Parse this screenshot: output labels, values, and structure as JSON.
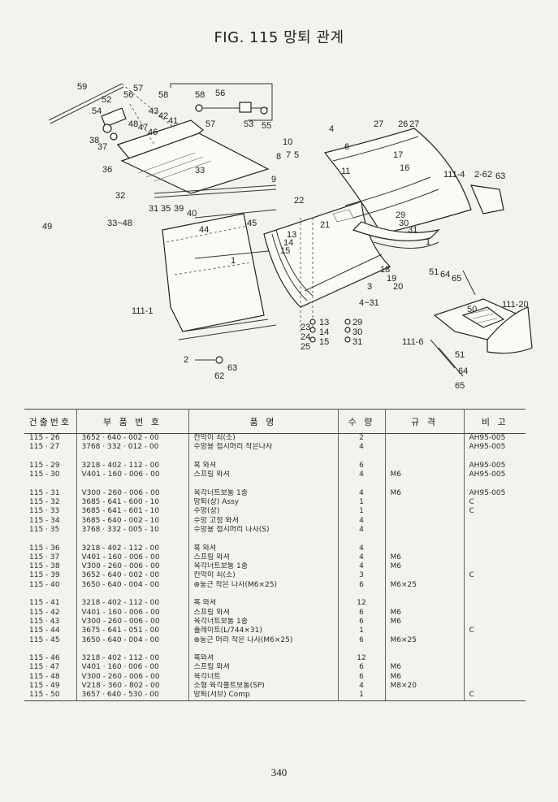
{
  "title": "FIG. 115 망퇴 관계",
  "diagram_labels": [
    "59",
    "52",
    "56",
    "57",
    "58",
    "54",
    "43",
    "42",
    "41",
    "48",
    "47",
    "46",
    "38",
    "37",
    "36",
    "32",
    "33~48",
    "49",
    "31",
    "35",
    "39",
    "40",
    "44",
    "45",
    "33",
    "58",
    "56",
    "57",
    "53",
    "55",
    "10",
    "8",
    "7",
    "5",
    "9",
    "4",
    "6",
    "11",
    "27",
    "26",
    "27",
    "17",
    "16",
    "111-4",
    "2-62",
    "63",
    "22",
    "21",
    "13",
    "14",
    "15",
    "1",
    "29",
    "30",
    "31",
    "1",
    "18",
    "19",
    "20",
    "3",
    "4~31",
    "51",
    "64",
    "65",
    "50",
    "111-20",
    "111-1",
    "23",
    "24",
    "25",
    "13",
    "14",
    "15",
    "29",
    "30",
    "31",
    "111-6",
    "51",
    "64",
    "65",
    "2",
    "62",
    "63"
  ],
  "table": {
    "headers": [
      "건출번호",
      "부 품 번 호",
      "품 명",
      "수 량",
      "규 격",
      "비 고"
    ],
    "rows": [
      {
        "no": "115 - 26",
        "part": "3652 · 640 - 002 - 00",
        "name": "칸막이 쇠(소)",
        "qty": "2",
        "spec": "",
        "note": "AH95-005"
      },
      {
        "no": "115 · 27",
        "part": "3768 · 332 · 012 - 00",
        "name": "수망용 접시머리 작은나사",
        "qty": "4",
        "spec": "",
        "note": "AH95-005"
      },
      {
        "gap": true
      },
      {
        "no": "115 - 29",
        "part": "3218 - 402 - 112 - 00",
        "name": "혹 와셔",
        "qty": "6",
        "spec": "",
        "note": "AH95-005"
      },
      {
        "no": "115 - 30",
        "part": "V401 - 160 - 006 - 00",
        "name": "스프링 와셔",
        "qty": "4",
        "spec": "M6",
        "note": "AH95-005"
      },
      {
        "gap": true
      },
      {
        "no": "115 - 31",
        "part": "V300 - 260 - 006 - 00",
        "name": "육각너트보통 1종",
        "qty": "4",
        "spec": "M6",
        "note": "AH95-005"
      },
      {
        "no": "115 - 32",
        "part": "3685 - 641 - 600 - 10",
        "name": "망퇴(상) Assy",
        "qty": "1",
        "spec": "",
        "note": "C"
      },
      {
        "no": "115 · 33",
        "part": "3685 - 641 - 601 - 10",
        "name": "수망(상)",
        "qty": "1",
        "spec": "",
        "note": "C"
      },
      {
        "no": "115 - 34",
        "part": "3685 - 640 - 002 - 10",
        "name": "수망 고정 와셔",
        "qty": "4",
        "spec": "",
        "note": ""
      },
      {
        "no": "115 · 35",
        "part": "3768 · 332 - 005 - 10",
        "name": "수망용 접시머리 나사(S)",
        "qty": "4",
        "spec": "",
        "note": ""
      },
      {
        "gap": true
      },
      {
        "no": "115 - 36",
        "part": "3218 - 402 - 112 - 00",
        "name": "혹 와셔",
        "qty": "4",
        "spec": "",
        "note": ""
      },
      {
        "no": "115 · 37",
        "part": "V401 - 160 - 006 - 00",
        "name": "스프링 와셔",
        "qty": "4",
        "spec": "M6",
        "note": ""
      },
      {
        "no": "115 - 38",
        "part": "V300 - 260 - 006 - 00",
        "name": "육각너트보통 1종",
        "qty": "4",
        "spec": "M6",
        "note": ""
      },
      {
        "no": "115 - 39",
        "part": "3652 - 640 - 002 - 00",
        "name": "칸막이 쇠(소)",
        "qty": "3",
        "spec": "",
        "note": "C"
      },
      {
        "no": "115 - 40",
        "part": "3650 - 640 - 004 - 00",
        "name": "⊕둥근 작은 나사(M6×25)",
        "qty": "6",
        "spec": "M6×25",
        "note": ""
      },
      {
        "gap": true
      },
      {
        "no": "115 - 41",
        "part": "3218 - 402 - 112 - 00",
        "name": "혹 와셔",
        "qty": "12",
        "spec": "",
        "note": ""
      },
      {
        "no": "115 - 42",
        "part": "V401 - 160 - 006 - 00",
        "name": "스프링 와셔",
        "qty": "6",
        "spec": "M6",
        "note": ""
      },
      {
        "no": "115 · 43",
        "part": "V300 - 260 - 006 - 00",
        "name": "육각너트보통 1종",
        "qty": "6",
        "spec": "M6",
        "note": ""
      },
      {
        "no": "115 - 44",
        "part": "3675 - 641 - 051 - 00",
        "name": "플레이트(L/744×31)",
        "qty": "1",
        "spec": "",
        "note": "C"
      },
      {
        "no": "115 - 45",
        "part": "3650 - 640 - 004 - 00",
        "name": "⊕둥근 머리 작은 나사(M6×25)",
        "qty": "6",
        "spec": "M6×25",
        "note": ""
      },
      {
        "gap": true
      },
      {
        "no": "115 - 46",
        "part": "3218 - 402 - 112 - 00",
        "name": "혹와셔",
        "qty": "12",
        "spec": "",
        "note": ""
      },
      {
        "no": "115 · 47",
        "part": "V401 · 160 · 006 - 00",
        "name": "스프링 와셔",
        "qty": "6",
        "spec": "M6",
        "note": ""
      },
      {
        "no": "115 - 48",
        "part": "V300 - 260 - 006 - 00",
        "name": "육각너트",
        "qty": "6",
        "spec": "M6",
        "note": ""
      },
      {
        "no": "115 - 49",
        "part": "V218 - 360 - 802 - 00",
        "name": "소형 육각볼트보통(SP)",
        "qty": "4",
        "spec": "M8×20",
        "note": ""
      },
      {
        "no": "115 - 50",
        "part": "3657 · 640 - 530 - 00",
        "name": "망퇴(서브) Comp",
        "qty": "1",
        "spec": "",
        "note": "C"
      }
    ]
  },
  "page_number": "340"
}
